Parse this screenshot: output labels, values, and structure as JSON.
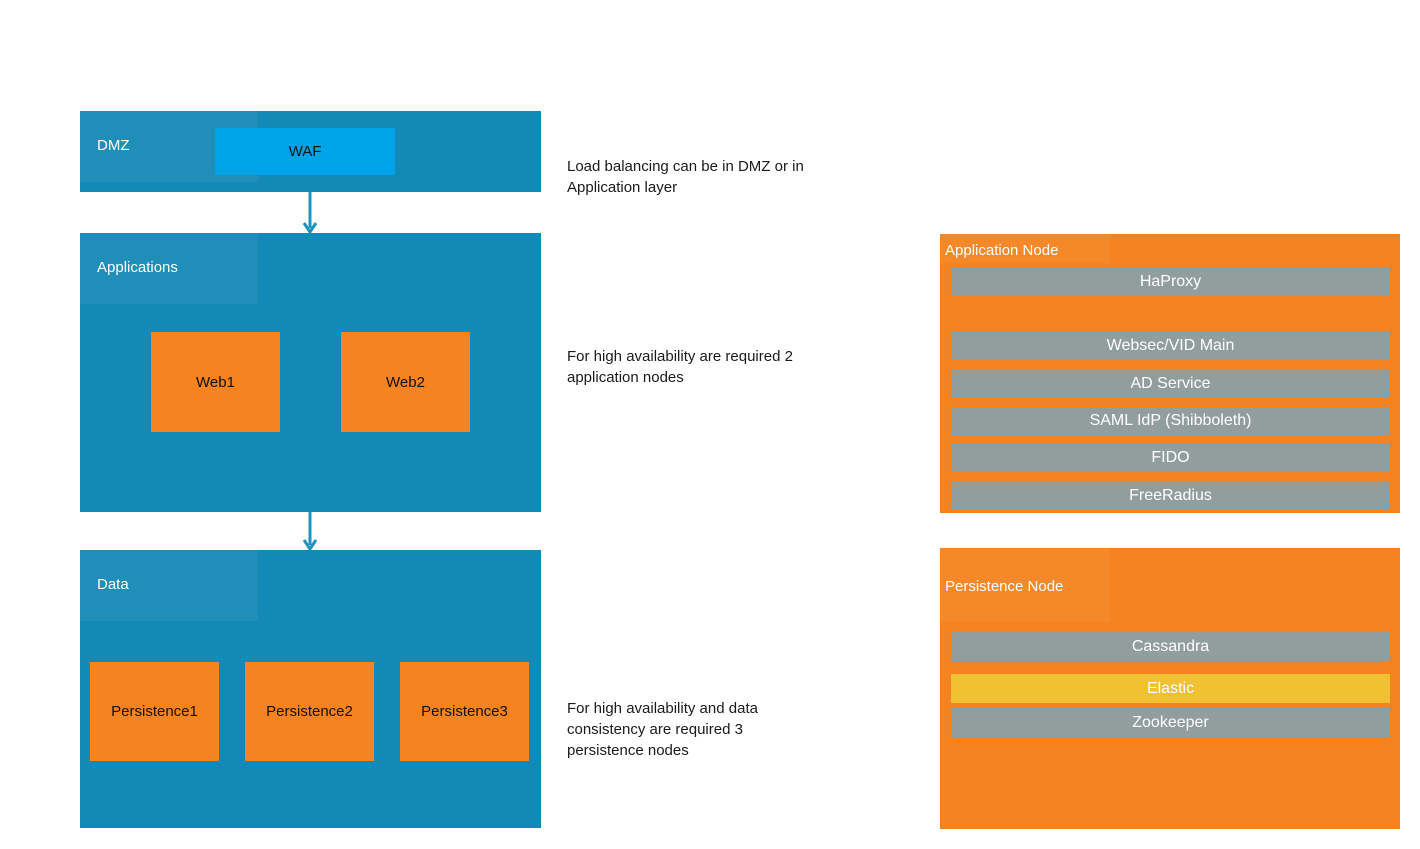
{
  "colors": {
    "layer_band_blue": "#1389B7",
    "waf_blue": "#00A3E8",
    "node_orange": "#F5831F",
    "service_bar_gray": "#929E9D",
    "elastic_bar_yellow": "#F0C233",
    "arrow_blue": "#1E93BE",
    "annotation_text": "#1A1A1A",
    "label_white": "#FFFFFF"
  },
  "layers": [
    {
      "label": "DMZ",
      "boxes": [
        "WAF"
      ]
    },
    {
      "label": "Applications",
      "boxes": [
        "Web1",
        "Web2"
      ]
    },
    {
      "label": "Data",
      "boxes": [
        "Persistence1",
        "Persistence2",
        "Persistence3"
      ]
    }
  ],
  "annotations": [
    {
      "lines": [
        "Load balancing can be in DMZ or in",
        "Application layer"
      ]
    },
    {
      "lines": [
        "For high availability are required 2",
        "application nodes"
      ]
    },
    {
      "lines": [
        "For high availability and data",
        "consistency are required 3",
        "persistence nodes"
      ]
    }
  ],
  "panels": [
    {
      "title": "Application Node",
      "bars": [
        {
          "label": "HaProxy",
          "variant": "gray"
        },
        {
          "label": "Websec/VID Main",
          "variant": "gray"
        },
        {
          "label": "AD Service",
          "variant": "gray"
        },
        {
          "label": "SAML IdP (Shibboleth)",
          "variant": "gray"
        },
        {
          "label": "FIDO",
          "variant": "gray"
        },
        {
          "label": "FreeRadius",
          "variant": "gray"
        }
      ]
    },
    {
      "title": "Persistence Node",
      "bars": [
        {
          "label": "Cassandra",
          "variant": "gray"
        },
        {
          "label": "Elastic",
          "variant": "yellow"
        },
        {
          "label": "Zookeeper",
          "variant": "gray"
        }
      ]
    }
  ]
}
